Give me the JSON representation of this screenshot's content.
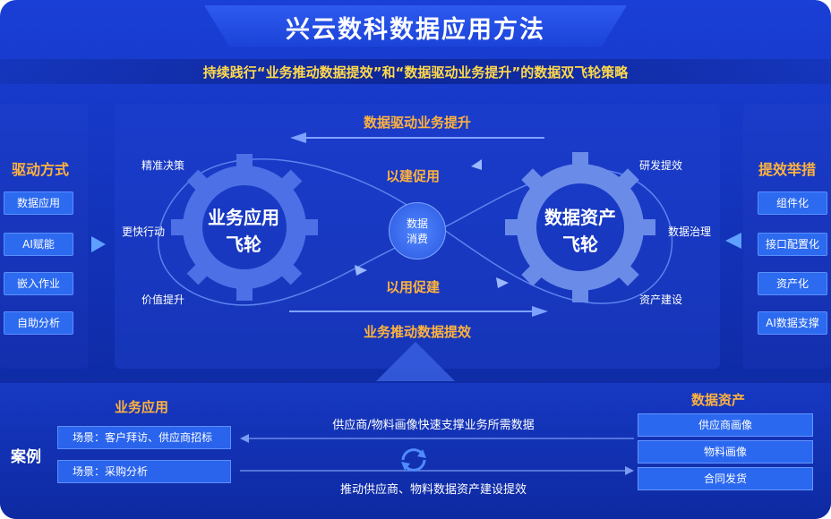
{
  "title": "兴云数科数据应用方法",
  "subtitle": "持续践行“业务推动数据提效”和“数据驱动业务提升”的数据双飞轮策略",
  "left_panel": {
    "title": "驱动方式",
    "items": [
      "数据应用",
      "AI赋能",
      "嵌入作业",
      "自助分析"
    ]
  },
  "right_panel": {
    "title": "提效举措",
    "items": [
      "组件化",
      "接口配置化",
      "资产化",
      "AI数据支撑"
    ]
  },
  "center": {
    "top_label": "数据驱动业务提升",
    "bottom_label": "业务推动数据提效",
    "build_label": "以建促用",
    "use_label": "以用促建",
    "core_label_1": "数据",
    "core_label_2": "消费",
    "left_gear_1": "业务应用",
    "left_gear_2": "飞轮",
    "right_gear_1": "数据资产",
    "right_gear_2": "飞轮",
    "left_labels": [
      "精准决策",
      "更快行动",
      "价值提升"
    ],
    "right_labels": [
      "研发提效",
      "数据治理",
      "资产建设"
    ]
  },
  "cases": {
    "label": "案例",
    "business_title": "业务应用",
    "scenes": [
      "场景：客户拜访、供应商招标",
      "场景：采购分析"
    ],
    "asset_title": "数据资产",
    "assets": [
      "供应商画像",
      "物料画像",
      "合同发货"
    ],
    "flow_top": "供应商/物料画像快速支撑业务所需数据",
    "flow_bottom": "推动供应商、物料数据资产建设提效"
  },
  "colors": {
    "accent": "#ffb23e",
    "background": "#1232b8",
    "chip": "#2c6af0"
  }
}
